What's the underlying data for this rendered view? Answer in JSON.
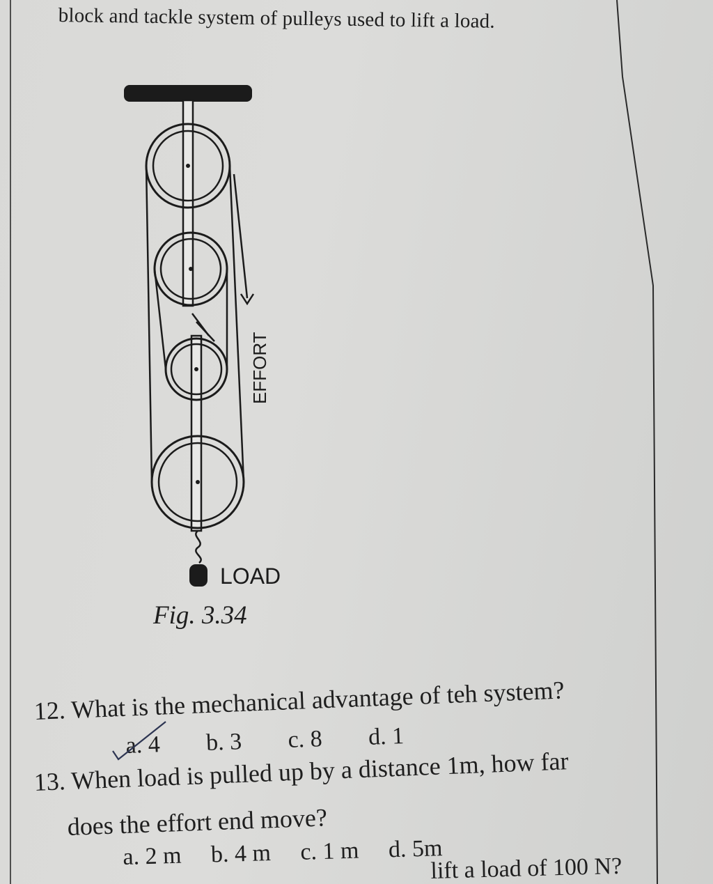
{
  "heading": "block and tackle system of pulleys used to lift a load.",
  "figure": {
    "effort_label": "EFFORT",
    "load_label": "LOAD",
    "caption": "Fig. 3.34"
  },
  "questions": [
    {
      "number": "12.",
      "text": "What is the mechanical advantage of teh system?",
      "options": [
        "a. 4",
        "b. 3",
        "c. 8",
        "d. 1"
      ]
    },
    {
      "number": "13.",
      "text_line1": "When load is pulled up by a distance 1m, how far",
      "text_line2": "does the effort end move?",
      "options": [
        "a. 2 m",
        "b. 4 m",
        "c. 1 m",
        "d. 5m"
      ]
    }
  ],
  "trailing_text": "lift a load of 100 N?"
}
